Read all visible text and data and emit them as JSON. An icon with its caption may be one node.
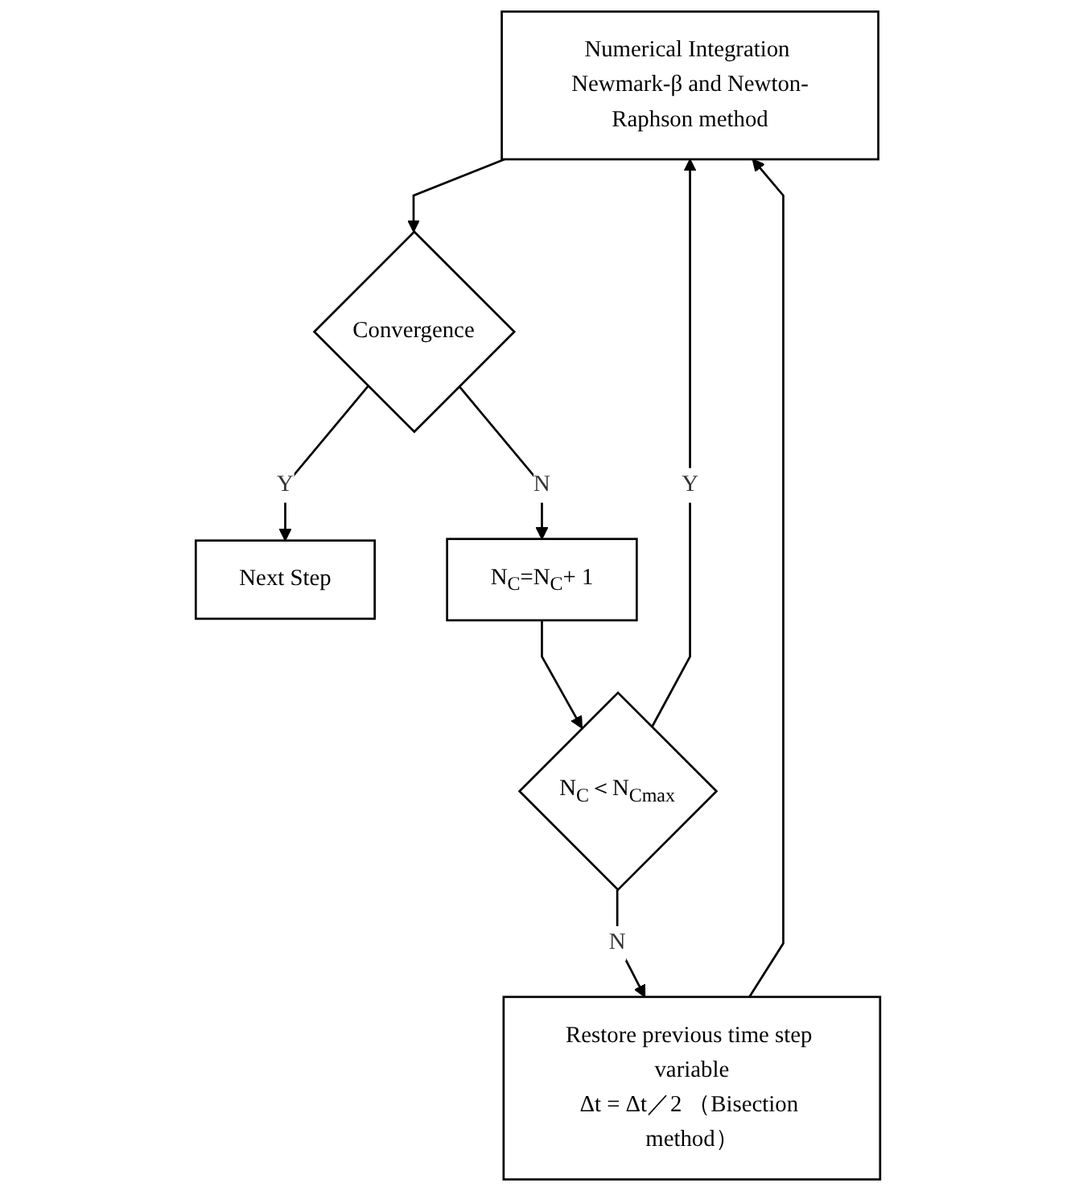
{
  "diagram": {
    "nodes": [
      {
        "text": [
          "Numerical Integration Newmark-β and Newton-Raphson method"
        ]
      },
      {
        "text": [
          "Convergence"
        ]
      },
      {
        "text": [
          "Next Step"
        ]
      },
      {
        "text": [
          "N$_{C}$=N$_{C}$+ 1"
        ]
      },
      {
        "text": [
          "N$_{C}$＜N$_{Cmax}$"
        ]
      },
      {
        "text": [
          "Restore previous time step variable",
          "Δt = Δt／2 （Bisection method）"
        ]
      }
    ],
    "edges": [
      {
        "from": 0,
        "to": 1,
        "arrow": "to"
      },
      {
        "from": 1,
        "to": 2,
        "arrow": "to",
        "label": "Y"
      },
      {
        "from": 1,
        "to": 3,
        "arrow": "to",
        "label": "N"
      },
      {
        "from": 3,
        "to": 4,
        "arrow": "to"
      },
      {
        "from": 4,
        "to": 0,
        "arrow": "to",
        "label": "Y"
      },
      {
        "from": 4,
        "to": 5,
        "arrow": "to",
        "label": "N"
      },
      {
        "from": 5,
        "to": 0,
        "arrow": "to"
      }
    ]
  }
}
